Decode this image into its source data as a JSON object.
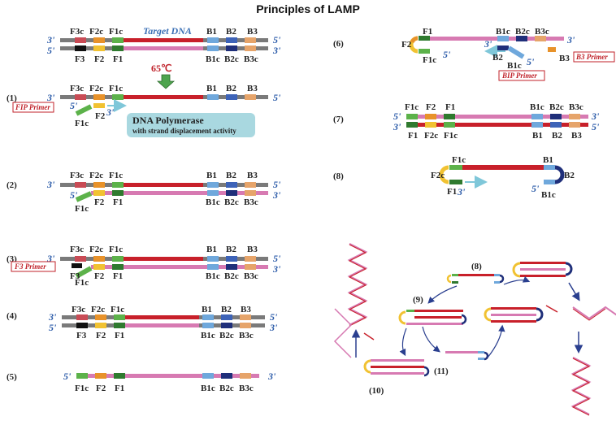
{
  "title": "Principles of LAMP",
  "top_labels": {
    "target_dna": "Target DNA",
    "temperature": "65℃",
    "polymerase_line1": "DNA Polymerase",
    "polymerase_line2": "with strand displacement activity"
  },
  "ends": {
    "three": "3'",
    "five": "5'"
  },
  "steps": [
    "(1)",
    "(2)",
    "(3)",
    "(4)",
    "(5)",
    "(6)",
    "(7)",
    "(8)"
  ],
  "small_steps": [
    "(8)",
    "(9)",
    "(10)",
    "(11)"
  ],
  "regions": {
    "F3c": "F3c",
    "F2c": "F2c",
    "F1c": "F1c",
    "B1": "B1",
    "B2": "B2",
    "B3": "B3",
    "F3": "F3",
    "F2": "F2",
    "F1": "F1",
    "B1c": "B1c",
    "B2c": "B2c",
    "B3c": "B3c"
  },
  "primers": {
    "fip": "FIP Primer",
    "f3": "F3 Primer",
    "bip": "BIP Primer",
    "b3": "B3 Primer"
  },
  "colors": {
    "gray": "#7a7a7a",
    "red": "#c8202a",
    "pink": "#d77ab2",
    "green_dark": "#2f7a2f",
    "green_light": "#5cb24a",
    "orange": "#e8922a",
    "yellow": "#f1c232",
    "f3_red": "#c94b55",
    "black": "#111111",
    "blue_light": "#6fa8dc",
    "blue_mid": "#3d63b8",
    "navy": "#1f2f7a",
    "tan": "#e6a46a",
    "teal_box": "#a9d8e0",
    "arrow": "#7fc7d9",
    "temp_arrow": "#4ea44e"
  }
}
